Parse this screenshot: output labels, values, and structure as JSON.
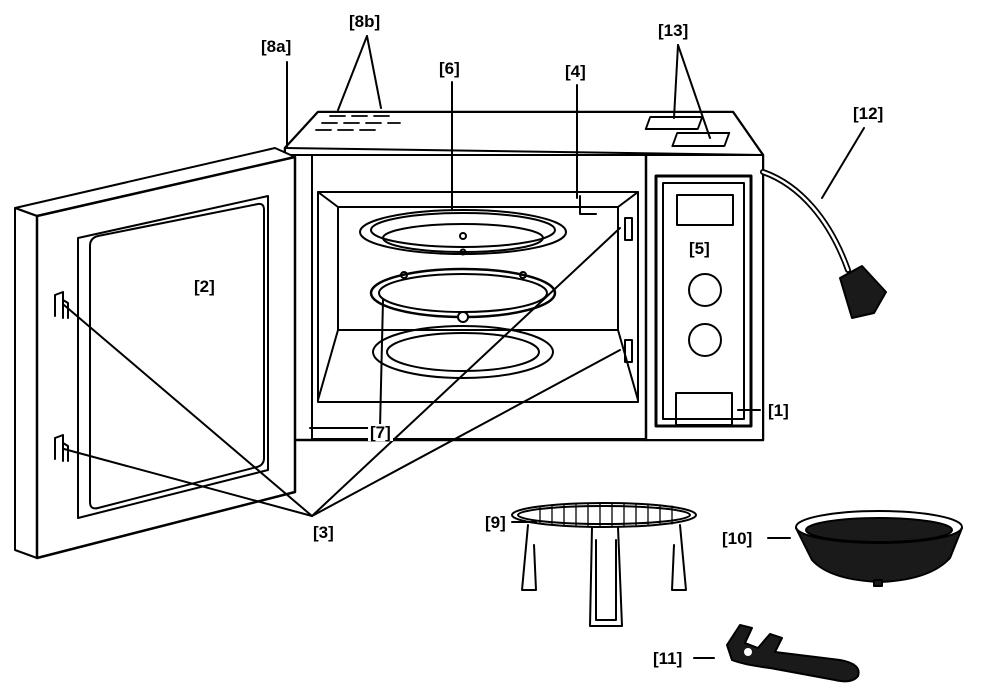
{
  "labels": {
    "l1": "[1]",
    "l2": "[2]",
    "l3": "[3]",
    "l4": "[4]",
    "l5": "[5]",
    "l6": "[6]",
    "l7": "[7]",
    "l8a": "[8a]",
    "l8b": "[8b]",
    "l9": "[9]",
    "l10": "[10]",
    "l11": "[11]",
    "l12": "[12]",
    "l13": "[13]"
  },
  "colors": {
    "line": "#000000",
    "fill": "#ffffff",
    "dark": "#1a1a1a"
  }
}
